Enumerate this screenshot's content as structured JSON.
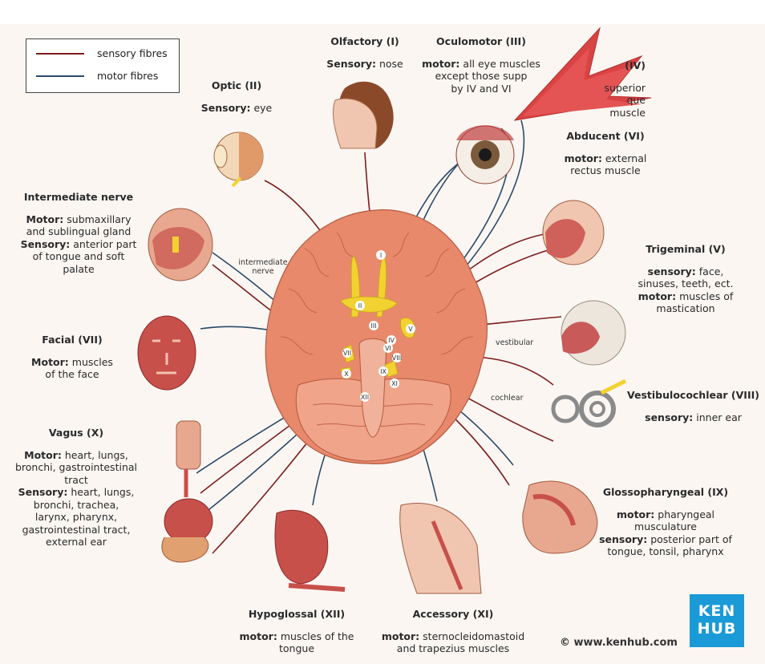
{
  "legend": {
    "sensory_label": "sensory fibres",
    "motor_label": "motor fibres",
    "sensory_color": "#7a1c1c",
    "motor_color": "#2b4a6b"
  },
  "nerves": {
    "olfactory": {
      "title": "Olfactory (I)",
      "lines": [
        {
          "k": "Sensory:",
          "v": " nose"
        }
      ]
    },
    "optic": {
      "title": "Optic (II)",
      "lines": [
        {
          "k": "Sensory:",
          "v": " eye"
        }
      ]
    },
    "oculomotor": {
      "title": "Oculomotor (III)",
      "lines": [
        {
          "k": "motor:",
          "v": " all eye muscles"
        },
        {
          "k": "",
          "v": "except those supp"
        },
        {
          "k": "",
          "v": "by IV and VI"
        }
      ]
    },
    "trochlear": {
      "title": "(IV)",
      "lines": [
        {
          "k": "",
          "v": "superior"
        },
        {
          "k": "",
          "v": "que muscle"
        }
      ]
    },
    "abducent": {
      "title": "Abducent (VI)",
      "lines": [
        {
          "k": "motor:",
          "v": " external"
        },
        {
          "k": "",
          "v": "rectus muscle"
        }
      ]
    },
    "intermediate": {
      "title": "Intermediate nerve",
      "lines": [
        {
          "k": "Motor:",
          "v": " submaxillary"
        },
        {
          "k": "",
          "v": "and sublingual gland"
        },
        {
          "k": "",
          "v": " "
        },
        {
          "k": "Sensory:",
          "v": " anterior part"
        },
        {
          "k": "",
          "v": "of tongue and soft"
        },
        {
          "k": "",
          "v": "palate"
        }
      ]
    },
    "trigeminal": {
      "title": "Trigeminal (V)",
      "lines": [
        {
          "k": "sensory:",
          "v": " face,"
        },
        {
          "k": "",
          "v": "sinuses, teeth, ect."
        },
        {
          "k": "",
          "v": " "
        },
        {
          "k": "motor:",
          "v": " muscles of"
        },
        {
          "k": "",
          "v": "mastication"
        }
      ]
    },
    "facial": {
      "title": "Facial (VII)",
      "lines": [
        {
          "k": "Motor:",
          "v": " muscles"
        },
        {
          "k": "",
          "v": "of the face"
        }
      ]
    },
    "vestibulocochlear": {
      "title": "Vestibulocochlear (VIII)",
      "lines": [
        {
          "k": "sensory:",
          "v": " inner ear"
        }
      ]
    },
    "vagus": {
      "title": "Vagus (X)",
      "lines": [
        {
          "k": "Motor:",
          "v": " heart, lungs,"
        },
        {
          "k": "",
          "v": "bronchi, gastrointestinal"
        },
        {
          "k": "",
          "v": "tract"
        },
        {
          "k": "",
          "v": " "
        },
        {
          "k": "Sensory:",
          "v": " heart, lungs,"
        },
        {
          "k": "",
          "v": "bronchi, trachea,"
        },
        {
          "k": "",
          "v": "larynx, pharynx,"
        },
        {
          "k": "",
          "v": "gastrointestinal tract,"
        },
        {
          "k": "",
          "v": "external ear"
        }
      ]
    },
    "glossopharyngeal": {
      "title": "Glossopharyngeal (IX)",
      "lines": [
        {
          "k": "motor:",
          "v": " pharyngeal"
        },
        {
          "k": "",
          "v": "musculature"
        },
        {
          "k": "",
          "v": " "
        },
        {
          "k": "sensory:",
          "v": " posterior part of"
        },
        {
          "k": "",
          "v": "tongue, tonsil, pharynx"
        }
      ]
    },
    "hypoglossal": {
      "title": "Hypoglossal (XII)",
      "lines": [
        {
          "k": "motor:",
          "v": " muscles of the"
        },
        {
          "k": "",
          "v": "tongue"
        }
      ]
    },
    "accessory": {
      "title": "Accessory (XI)",
      "lines": [
        {
          "k": "motor:",
          "v": " sternocleidomastoid"
        },
        {
          "k": "",
          "v": "and trapezius muscles"
        }
      ]
    }
  },
  "small_labels": {
    "intermediate_nerve": "intermediate\nnerve",
    "vestibular": "vestibular",
    "cochlear": "cochlear"
  },
  "roman": [
    "I",
    "II",
    "III",
    "IV",
    "V",
    "VI",
    "VII",
    "VIII",
    "IX",
    "X",
    "XI",
    "XII"
  ],
  "copyright": "© www.kenhub.com",
  "logo": {
    "line1": "KEN",
    "line2": "HUB"
  },
  "colors": {
    "brain": "#e8896b",
    "nerve_yellow": "#f2d230",
    "arrow": "#d93a3a",
    "logo": "#1a9ad6"
  }
}
